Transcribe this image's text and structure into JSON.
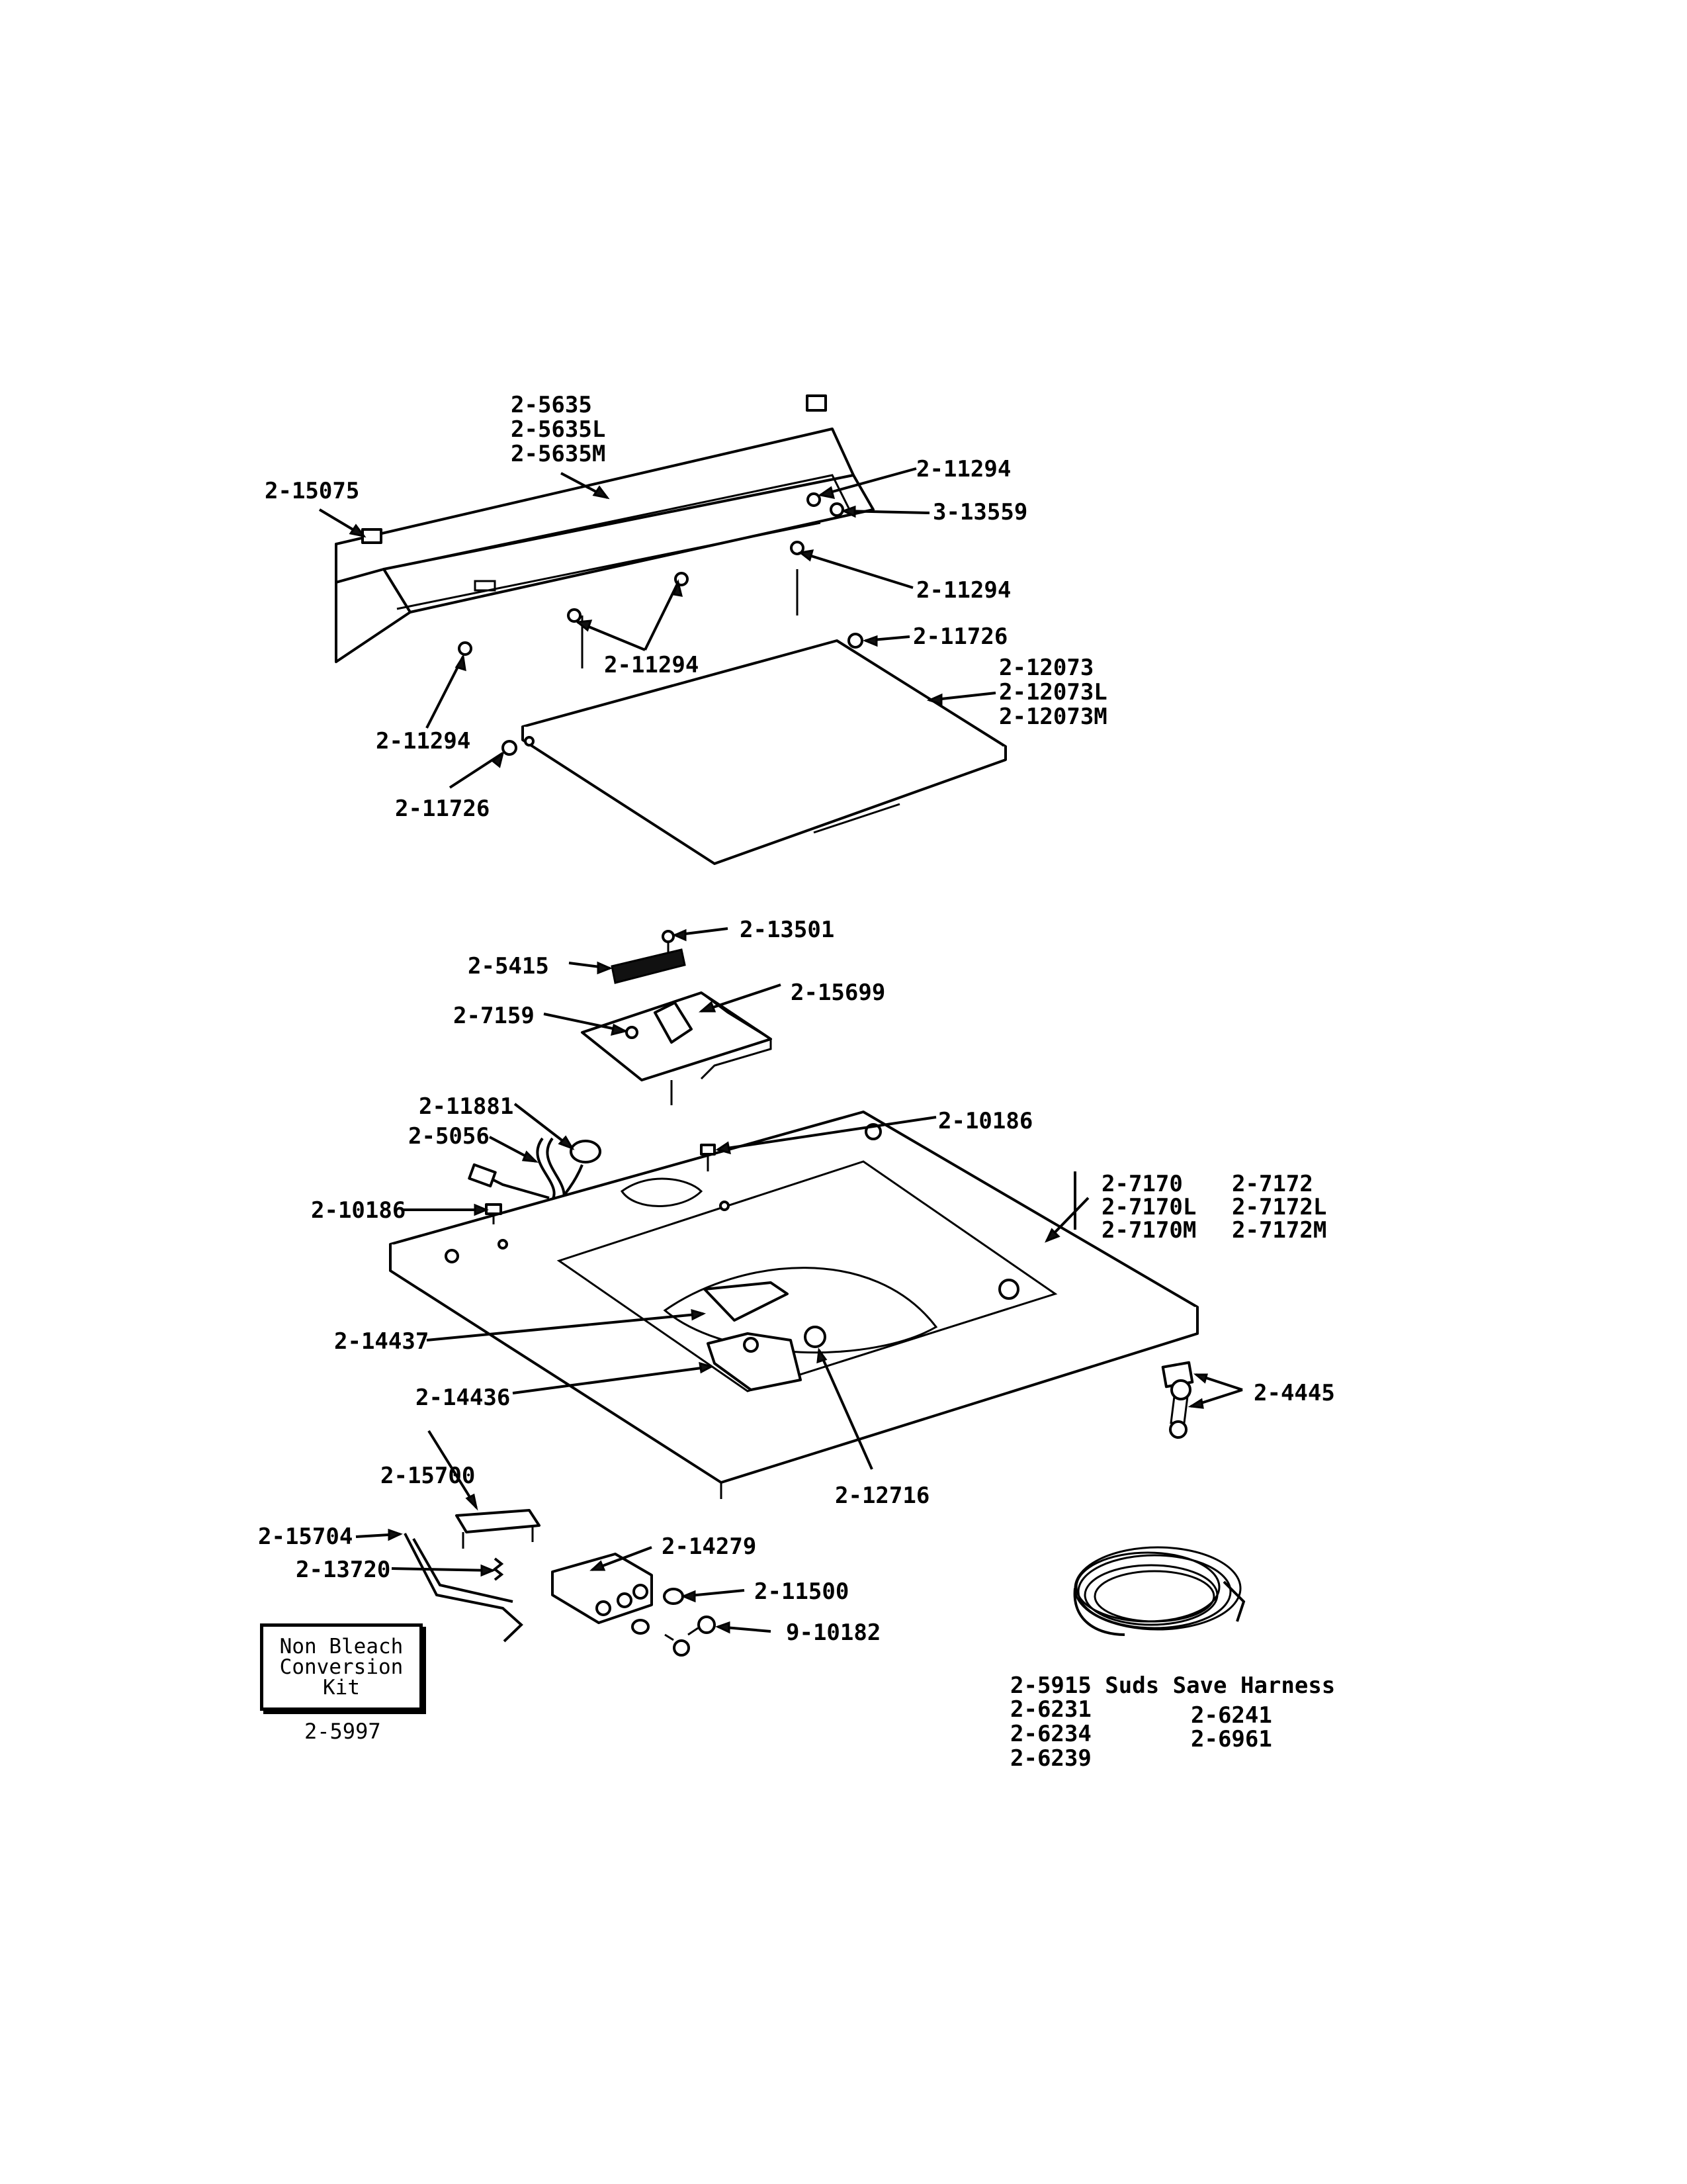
{
  "callouts": {
    "control_panel": [
      "2-5635",
      "2-5635L",
      "2-5635M"
    ],
    "clip_left": "2-15075",
    "screw_panel_right_upper": "2-11294",
    "screw_right": "3-13559",
    "screw_panel_right_lower": "2-11294",
    "screw_panel_middle": "2-11294",
    "screw_panel_left": "2-11294",
    "bumper_right": "2-11726",
    "bumper_left": "2-11726",
    "lid": [
      "2-12073",
      "2-12073L",
      "2-12073M"
    ],
    "screw_switch": "2-13501",
    "lid_switch": "2-5415",
    "bracket_screw": "2-7159",
    "switch_bracket": "2-15699",
    "bushing": "2-11881",
    "cord": "2-5056",
    "screw_top_right": "2-10186",
    "screw_top_left": "2-10186",
    "top_col1": [
      "2-7170",
      "2-7170L",
      "2-7170M"
    ],
    "top_col2": [
      "2-7172",
      "2-7172L",
      "2-7172M"
    ],
    "hinge_upper": "2-14437",
    "hinge_lower": "2-14436",
    "clip_screw": "2-4445",
    "pin": "2-12716",
    "bracket_kit": "2-15700",
    "rod_end": "2-15704",
    "spring": "2-13720",
    "dispenser": "2-14279",
    "grommet": "2-11500",
    "screw_kit": "9-10182"
  },
  "kit": {
    "lines": [
      "Non Bleach",
      "Conversion",
      "Kit"
    ],
    "part": "2-5997"
  },
  "harness": {
    "title": "2-5915 Suds Save Harness",
    "col1": [
      "2-6231",
      "2-6234",
      "2-6239"
    ],
    "col2": [
      "2-6241",
      "2-6961"
    ]
  }
}
